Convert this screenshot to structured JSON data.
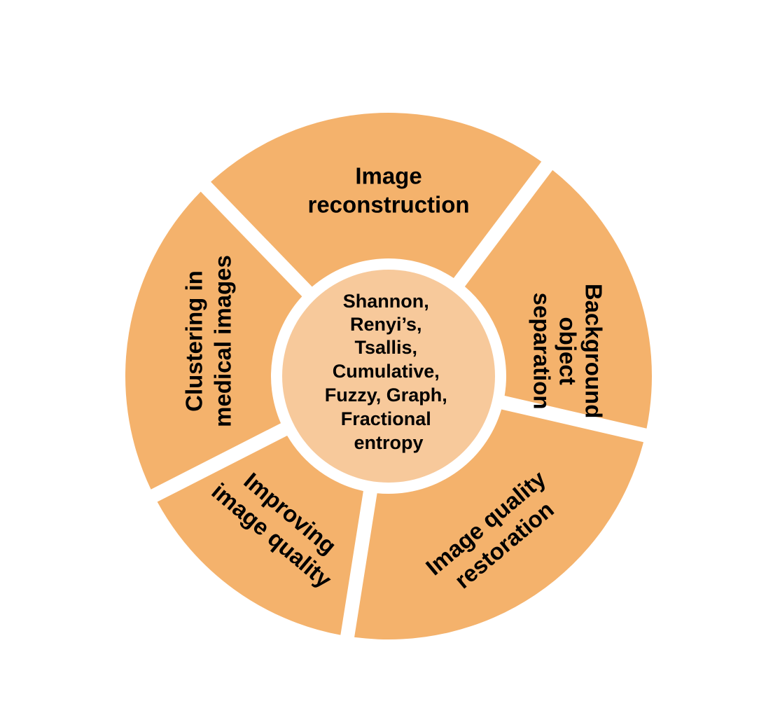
{
  "colors": {
    "segment_fill": "#f4b26c",
    "center_fill": "#f7c99b",
    "separator": "#ffffff",
    "text": "#000000"
  },
  "center": {
    "lines": [
      "Shannon,",
      "Renyi’s,",
      "Tsallis,",
      "Cumulative,",
      "Fuzzy, Graph,",
      "Fractional",
      "entropy"
    ]
  },
  "segments": [
    {
      "lines": [
        "Image",
        "reconstruction"
      ]
    },
    {
      "lines": [
        "Background",
        "object",
        "separation"
      ]
    },
    {
      "lines": [
        "Image quality",
        "restoration"
      ]
    },
    {
      "lines": [
        "Improving",
        "image quality"
      ]
    },
    {
      "lines": [
        "Clustering in",
        "medical images"
      ]
    }
  ]
}
